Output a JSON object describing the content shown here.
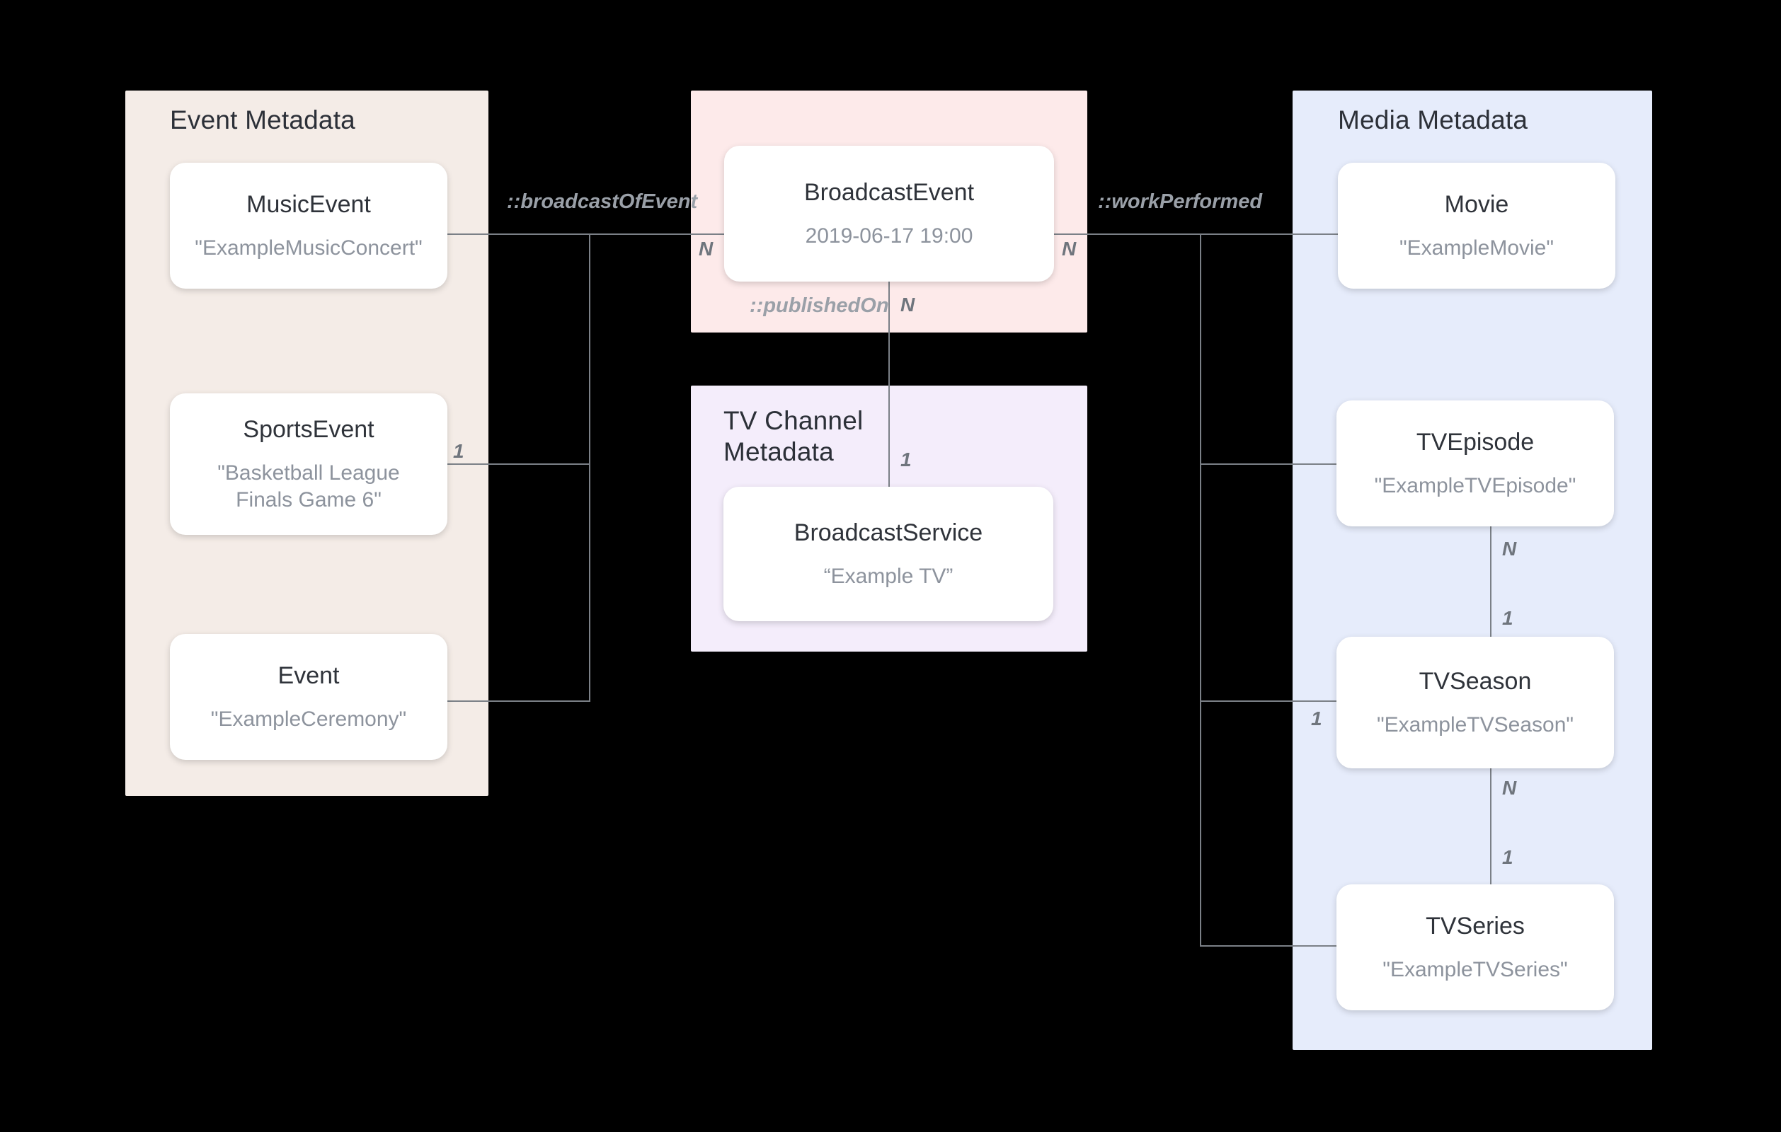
{
  "diagram": {
    "title_event": "Event Metadata",
    "title_broadcast": "",
    "title_tv": "TV Channel\nMetadata",
    "title_media": "Media Metadata",
    "colors": {
      "event_panel": "#f4ece7",
      "broadcast_panel": "#fdeaea",
      "tv_panel": "#f4edfb",
      "media_panel": "#e6ecfb",
      "line": "#7b8087",
      "node_bg": "#ffffff",
      "title_text": "#2c3038",
      "sub_text": "#8d939d",
      "edge_label": "#9aa0a8",
      "background": "#000000"
    }
  },
  "nodes": {
    "music_event": {
      "title": "MusicEvent",
      "sub": "\"ExampleMusicConcert\""
    },
    "sports_event": {
      "title": "SportsEvent",
      "sub": "\"Basketball League Finals Game 6\""
    },
    "event": {
      "title": "Event",
      "sub": "\"ExampleCeremony\""
    },
    "broadcast_event": {
      "title": "BroadcastEvent",
      "sub": "2019-06-17 19:00"
    },
    "broadcast_service": {
      "title": "BroadcastService",
      "sub": "“Example TV”"
    },
    "movie": {
      "title": "Movie",
      "sub": "\"ExampleMovie\""
    },
    "tv_episode": {
      "title": "TVEpisode",
      "sub": "\"ExampleTVEpisode\""
    },
    "tv_season": {
      "title": "TVSeason",
      "sub": "\"ExampleTVSeason\""
    },
    "tv_series": {
      "title": "TVSeries",
      "sub": "\"ExampleTVSeries\""
    }
  },
  "edges": {
    "broadcast_of_event": "::broadcastOfEvent",
    "work_performed": "::workPerformed",
    "published_on": "::publishedOn"
  },
  "cardinality": {
    "events_to_broadcast_left": "1",
    "broadcast_left_n": "N",
    "broadcast_right_n": "N",
    "broadcast_published_n": "N",
    "service_published_1": "1",
    "episode_season_n": "N",
    "episode_season_1": "1",
    "season_work_1": "1",
    "season_series_n": "N",
    "season_series_1": "1"
  }
}
